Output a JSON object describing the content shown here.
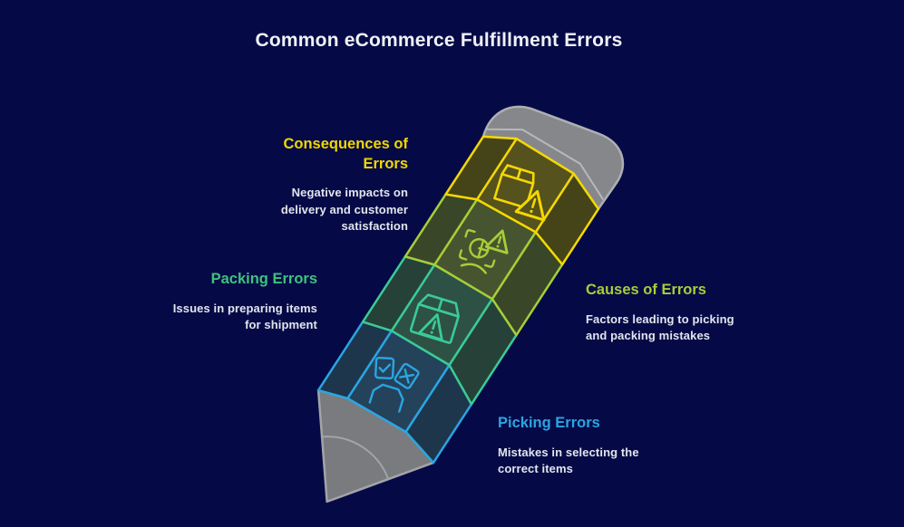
{
  "title": "Common eCommerce Fulfillment Errors",
  "background_color": "#050a47",
  "labels": {
    "consequences": {
      "heading_lines": [
        "Consequences of",
        "Errors"
      ],
      "body_lines": [
        "Negative impacts on",
        "delivery and customer",
        "satisfaction"
      ],
      "color": "#f2d600"
    },
    "packing": {
      "heading_lines": [
        "Packing Errors"
      ],
      "body_lines": [
        "Issues in preparing items",
        "for shipment"
      ],
      "color": "#3dc27c"
    },
    "causes": {
      "heading_lines": [
        "Causes of Errors"
      ],
      "body_lines": [
        "Factors leading to picking",
        "and packing mistakes"
      ],
      "color": "#a6ce38"
    },
    "picking": {
      "heading_lines": [
        "Picking Errors"
      ],
      "body_lines": [
        "Mistakes in selecting the",
        "correct items"
      ],
      "color": "#2aa5e2"
    }
  },
  "pencil": {
    "segments": [
      {
        "name": "consequences",
        "icon": "package-warning-icon",
        "color": "#f5d800"
      },
      {
        "name": "causes",
        "icon": "face-scan-warning-icon",
        "color": "#a6ce38"
      },
      {
        "name": "packing",
        "icon": "box-warning-icon",
        "color": "#3acb96"
      },
      {
        "name": "picking",
        "icon": "checklist-person-icon",
        "color": "#2aa5e2"
      }
    ],
    "eraser_color": "#85878a",
    "tip_color": "#797b7e"
  }
}
